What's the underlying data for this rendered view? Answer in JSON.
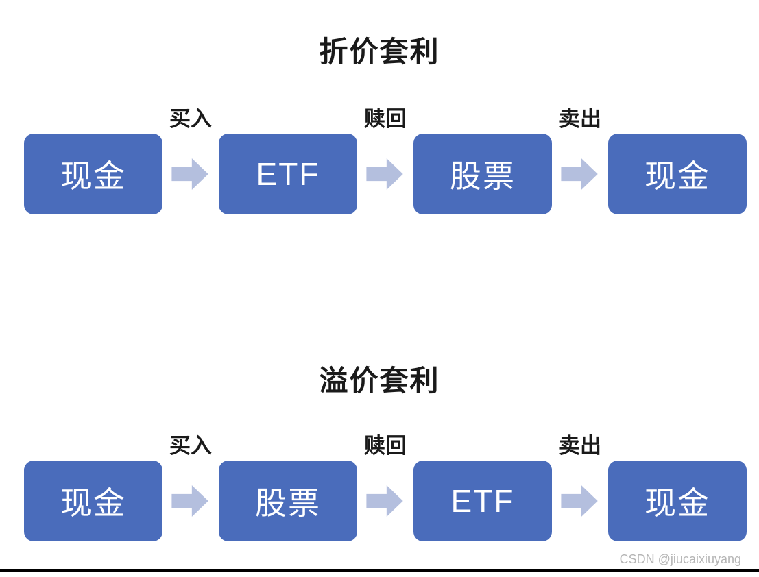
{
  "colors": {
    "page_bg": "#ffffff",
    "box_fill": "#4a6cbb",
    "box_text_color": "#ffffff",
    "arrow_fill": "#b4bfde",
    "title_color": "#1a1a1a",
    "label_color": "#1a1a1a",
    "watermark_color": "#b5b5b5",
    "divider_color": "#000000"
  },
  "diagrams": [
    {
      "title": "折价套利",
      "nodes": [
        "现金",
        "ETF",
        "股票",
        "现金"
      ],
      "arrows": [
        "买入",
        "赎回",
        "卖出"
      ]
    },
    {
      "title": "溢价套利",
      "nodes": [
        "现金",
        "股票",
        "ETF",
        "现金"
      ],
      "arrows": [
        "买入",
        "赎回",
        "卖出"
      ]
    }
  ],
  "watermark": "CSDN @jiucaixiuyang"
}
